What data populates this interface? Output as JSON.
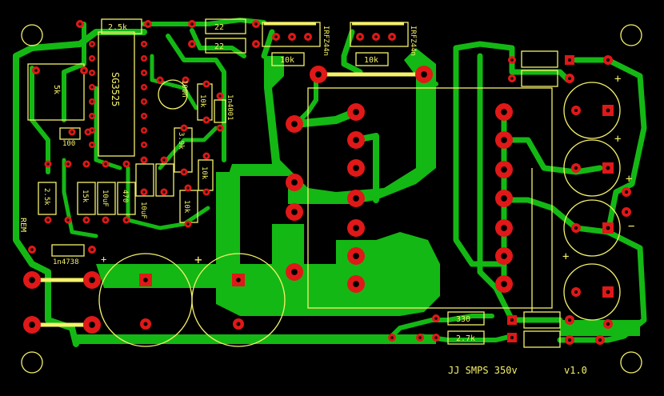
{
  "board": {
    "title": "JJ SMPS 350v",
    "version": "v1.0",
    "colors": {
      "background": "#000000",
      "copper": "#14b814",
      "pads": "#e01818",
      "silkscreen": "#f5f26a"
    }
  },
  "labels": {
    "ic": "SG3525",
    "pot_top": "2.5k",
    "pot_left": "5k",
    "res_22a": "22",
    "res_22b": "22",
    "mosfet_left": "IRFZ44n",
    "mosfet_right": "IRFZ44n",
    "res_10k_gate_left": "10k",
    "res_10k_gate_right": "10k",
    "cap_100n": "100n",
    "diode_1n4001": "1n4001",
    "res_10k_vertical": "10k",
    "res_100": "100",
    "res_2_5k": "2.5k",
    "res_15k": "15k",
    "cap_1uf_a": "10uF",
    "cap_470": "470",
    "cap_1uf_b": "10uF",
    "res_3_9k": "3.9k",
    "res_10k_mid": "10k",
    "res_10k_low": "10k",
    "zener": "1n4738",
    "rem": "REM",
    "res_330": "330",
    "res_2_7k": "2.7k",
    "plus_main": "+",
    "plus_out1": "+",
    "plus_out2": "+",
    "plus_out3": "+",
    "plus_out4": "+",
    "minus_out": "−",
    "plus_side": "+"
  }
}
